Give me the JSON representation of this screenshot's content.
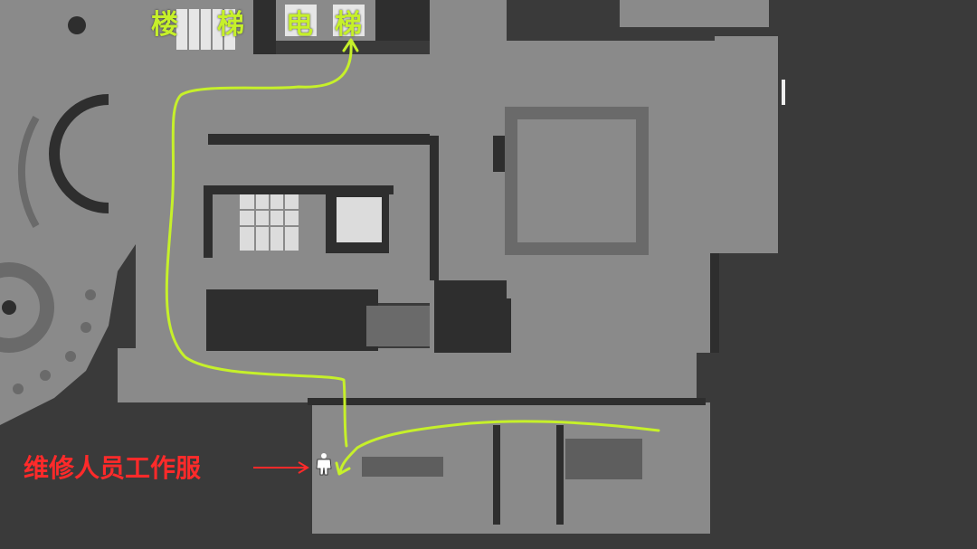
{
  "labels": {
    "stairs_char1": "楼",
    "stairs_char2": "梯",
    "elevator_char1": "电",
    "elevator_char2": "梯",
    "item_label": "维修人员工作服"
  },
  "icons": {
    "item": "uniform-icon",
    "arrow": "arrow-right-icon"
  },
  "colors": {
    "background": "#3a3a3a",
    "floor": "#8a8a8a",
    "wall": "#2e2e2e",
    "route": "#c6f02a",
    "item_label": "#ff2a2a"
  }
}
